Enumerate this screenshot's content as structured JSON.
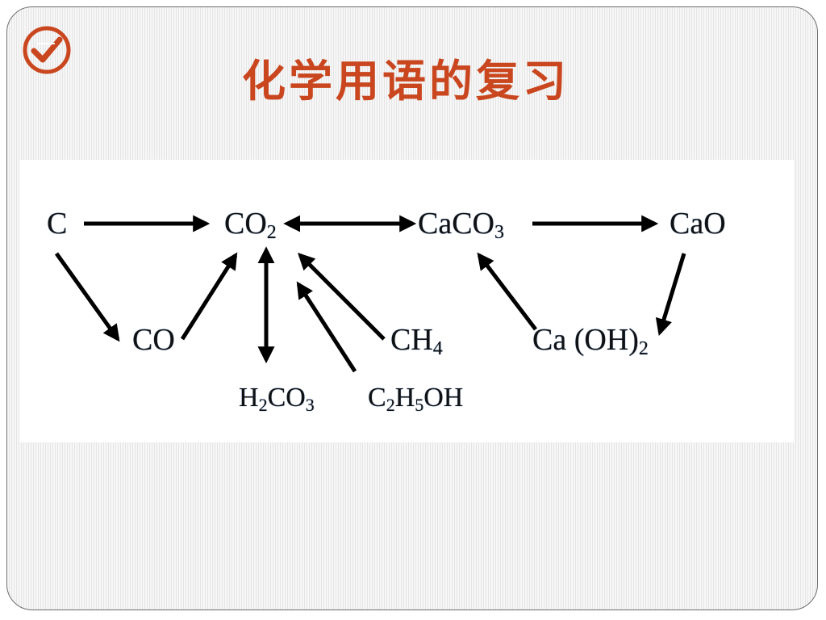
{
  "title": "化学用语的复习",
  "logo": {
    "icon": "checkmark-badge-icon",
    "color": "#c9461e"
  },
  "colors": {
    "title": "#c9461e",
    "arrows": "#000000",
    "text": "#111111"
  },
  "formulas": {
    "c": {
      "main": "C"
    },
    "co2": {
      "main": "CO",
      "sub": "2"
    },
    "caco3": {
      "main": "CaCO",
      "sub": "3"
    },
    "cao": {
      "main": "CaO"
    },
    "co": {
      "main": "CO"
    },
    "ch4": {
      "main": "CH",
      "sub": "4"
    },
    "caoh2": {
      "main": "Ca (OH)",
      "sub": "2"
    },
    "h2co3": {
      "a": "H",
      "a_sub": "2",
      "b": "CO",
      "b_sub": "3"
    },
    "c2h5oh": {
      "a": "C",
      "a_sub": "2",
      "b": "H",
      "b_sub": "5",
      "c": "OH"
    }
  }
}
